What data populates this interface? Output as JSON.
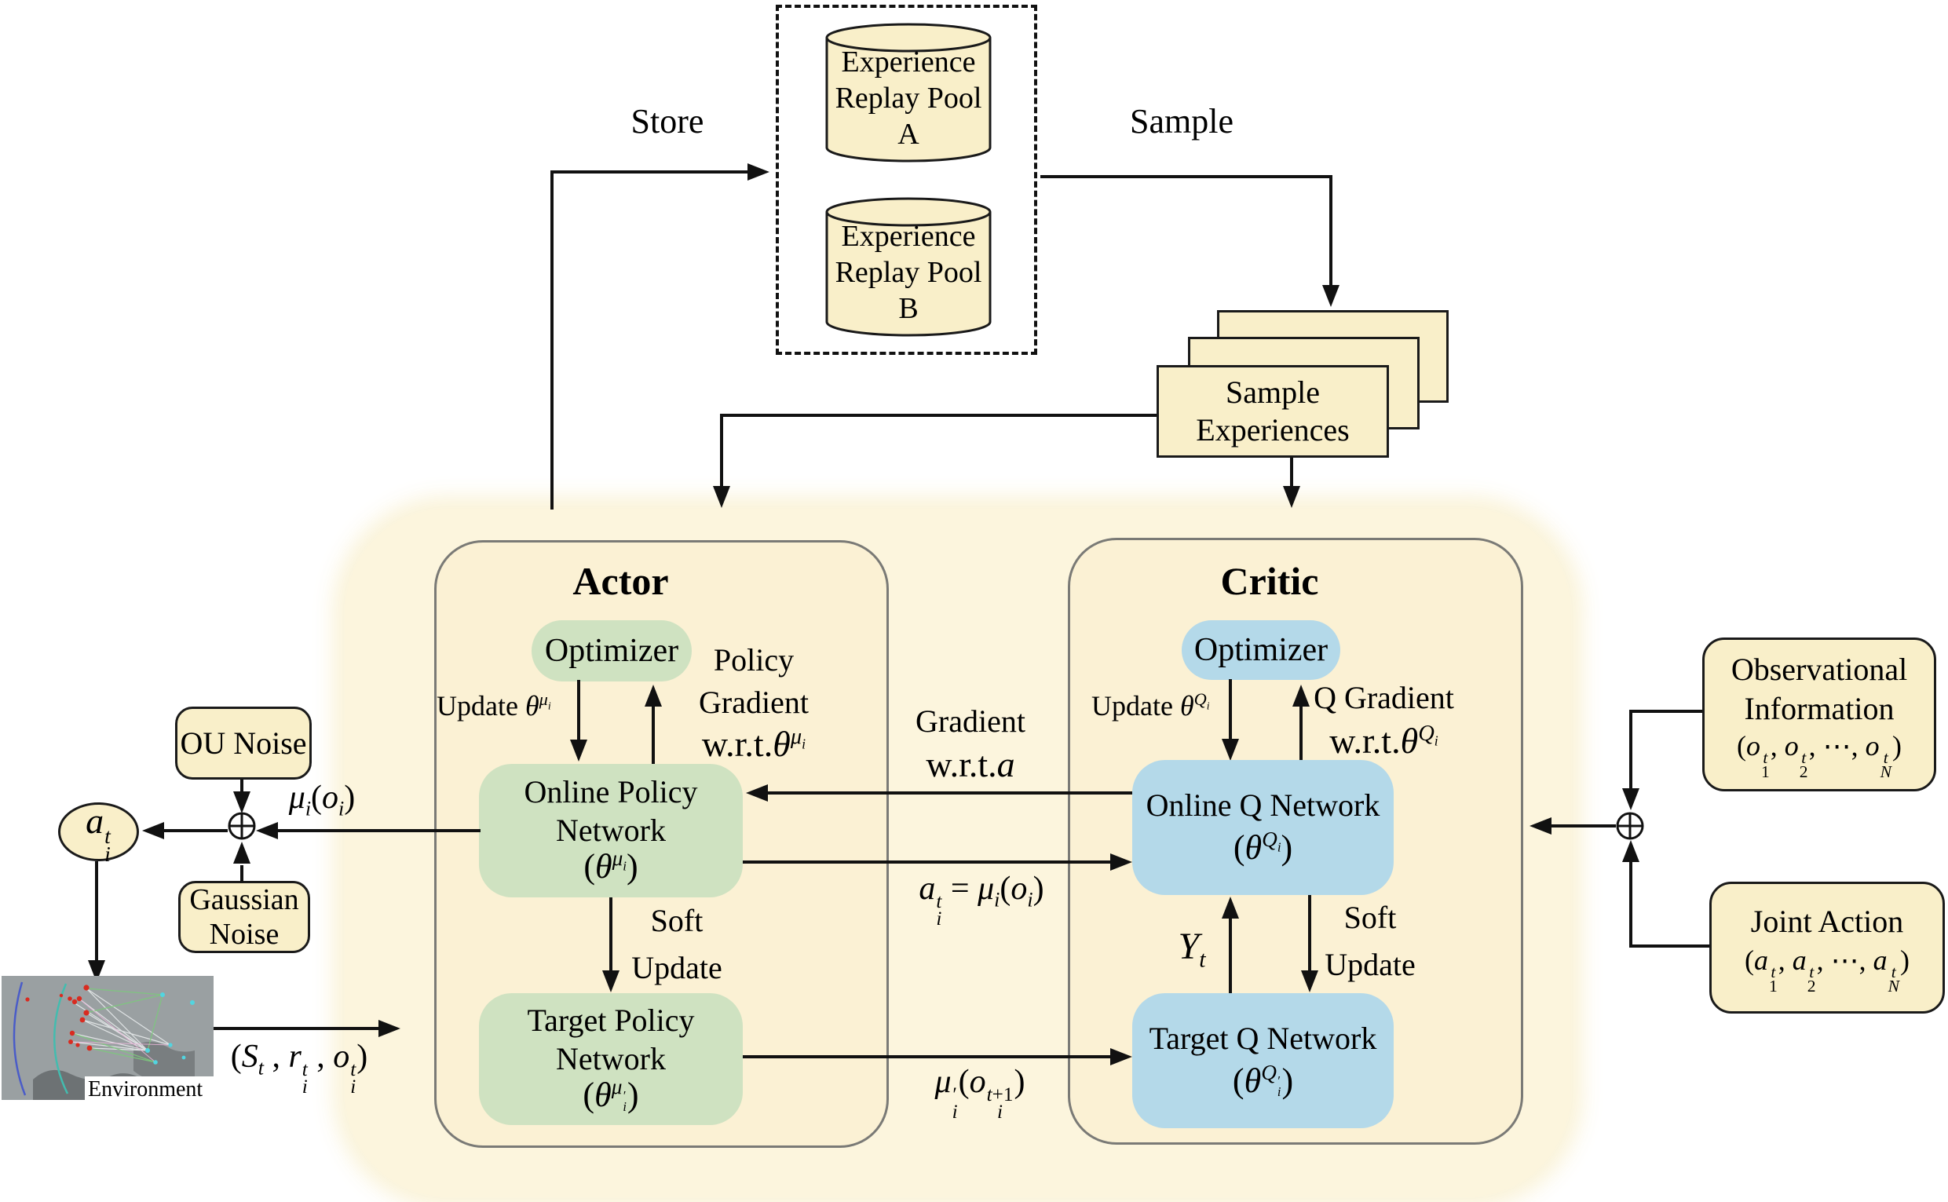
{
  "colors": {
    "cream": "#f9efc9",
    "outer": "#fcf5dd",
    "panel": "#fbf1d4",
    "green": "#cfe2c1",
    "blue": "#b4d9e9",
    "ink": "#111111",
    "pborder": "#7a7a76"
  },
  "replay": {
    "store_label": "Store",
    "sample_label": "Sample",
    "pool_a": "Experience\nReplay Pool\nA",
    "pool_b": "Experience\nReplay Pool\nB",
    "sample_experiences": "Sample\nExperiences"
  },
  "actor": {
    "title": "Actor",
    "optimizer": "Optimizer",
    "update_html": "Update <i>θ</i><sup><i>μ</i><sub><i>i</i></sub></sup>",
    "gradient_l1": "Policy",
    "gradient_l2": "Gradient",
    "gradient_l3_html": "w.r.t.<i>θ</i><sup><i>μ</i><sub><i>i</i></sub></sup>",
    "online_l1": "Online Policy",
    "online_l2": "Network",
    "online_l3_html": "(<i>θ</i><sup><i>μ</i><sub><i>i</i></sub></sup>)",
    "soft_l1": "Soft",
    "soft_l2": "Update",
    "target_l1": "Target Policy",
    "target_l2": "Network",
    "target_l3_html": "(<i>θ</i><sup><i>μ</i><span class='ss'><span>′</span><span><i>i</i></span></span></sup>)"
  },
  "critic": {
    "title": "Critic",
    "optimizer": "Optimizer",
    "update_html": "Update <i>θ</i><sup><i>Q</i><sub><i>i</i></sub></sup>",
    "gradient_l1": "Q Gradient",
    "gradient_l2_html": "w.r.t.<i>θ</i><sup><i>Q</i><sub><i>i</i></sub></sup>",
    "online_l1": "Online Q Network",
    "online_l2_html": "(<i>θ</i><sup><i>Q</i><sub><i>i</i></sub></sup>)",
    "yt_html": "<i>Y</i><sub><i>t</i></sub>",
    "soft_l1": "Soft",
    "soft_l2": "Update",
    "target_l1": "Target Q Network",
    "target_l2_html": "(<i>θ</i><sup><i>Q</i><span class='ss'><span>′</span><span><i>i</i></span></span></sup>)"
  },
  "flow": {
    "gradient_a_l1": "Gradient",
    "gradient_a_l2_html": "w.r.t.<i>a</i>",
    "action_eq_html": "<i>a</i><span class='ss'><span><i>t</i></span><span><i>i</i></span></span> = <i>μ</i><sub><i>i</i></sub>(<i>o</i><sub><i>i</i></sub>)",
    "mu_prime_html": "<i>μ</i><span class='ss'><span>′</span><span><i>i</i></span></span>(<i>o</i><span class='ss'><span><i>t</i>+1</span><span><i>i</i></span></span>)"
  },
  "left": {
    "ou_noise": "OU Noise",
    "gaussian_l1": "Gaussian",
    "gaussian_l2": "Noise",
    "action_html": "<i>a</i><span class='ss'><span><i>t</i></span><span><i>i</i></span></span>",
    "mu_o_html": "<i>μ</i><sub><i>i</i></sub>(<i>o</i><sub><i>i</i></sub>)",
    "env_label": "Environment",
    "env_out_html": "(<i>S</i><sub><i>t</i></sub> , <i>r</i><span class='ss'><span><i>t</i></span><span><i>i</i></span></span> , <i>o</i><span class='ss'><span><i>t</i></span><span><i>i</i></span></span>)"
  },
  "right": {
    "obs_l1": "Observational",
    "obs_l2": "Information",
    "obs_l3_html": "(<i>o</i><span class='ss'><span><i>t</i></span><span>1</span></span>, <i>o</i><span class='ss'><span><i>t</i></span><span>2</span></span>, ⋯, <i>o</i><span class='ss'><span><i>t</i></span><span><i>N</i></span></span>)",
    "joint_l1": "Joint Action",
    "joint_l2_html": "(<i>a</i><span class='ss'><span><i>t</i></span><span>1</span></span>, <i>a</i><span class='ss'><span><i>t</i></span><span>2</span></span>, ⋯, <i>a</i><span class='ss'><span><i>t</i></span><span><i>N</i></span></span>)"
  }
}
